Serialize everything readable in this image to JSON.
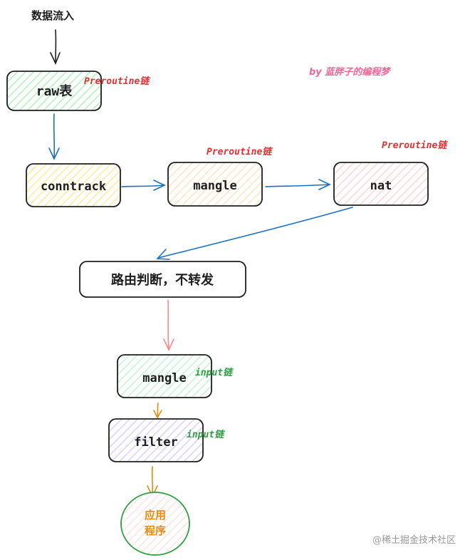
{
  "colors": {
    "stroke": "#1e1e1e",
    "arrow_blue": "#1971c2",
    "arrow_pink": "#ff8787",
    "arrow_orange": "#e8890c",
    "label_red": "#e03131",
    "label_green": "#2f9e44",
    "author_pink": "#f06595",
    "app_orange": "#e8890c",
    "app_circle": "#2f9e44",
    "watermark": "#999999",
    "fill_green": "#b2f2bb",
    "fill_yellow": "#ffec99",
    "fill_orange": "#ffd8a8",
    "fill_red": "#ffc9c9",
    "fill_violet": "#d0bfff"
  },
  "diagram": {
    "title": "数据流入",
    "author": "by 蓝胖子的编程梦",
    "watermark": "@稀土掘金技术社区",
    "nodes": {
      "raw": "raw表",
      "conntrack": "conntrack",
      "mangle_pre": "mangle",
      "nat": "nat",
      "routing": "路由判断，不转发",
      "mangle_input": "mangle",
      "filter": "filter",
      "app_line1": "应用",
      "app_line2": "程序"
    },
    "chain_labels": {
      "raw": "Preroutine链",
      "mangle": "Preroutine链",
      "nat": "Preroutine链",
      "mangle_input": "input链",
      "filter_input": "input链"
    }
  }
}
